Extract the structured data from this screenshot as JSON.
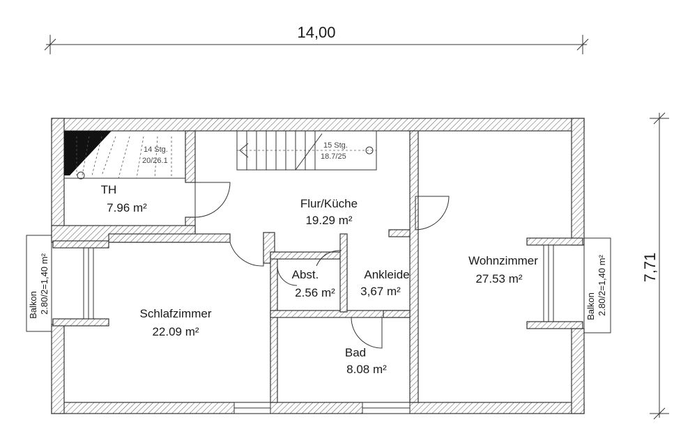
{
  "dimensions": {
    "width_label": "14,00",
    "depth_label": "7,71"
  },
  "rooms": {
    "th": {
      "name": "TH",
      "area": "7.96 m²"
    },
    "flur_kueche": {
      "name": "Flur/Küche",
      "area": "19.29 m²"
    },
    "abstellraum": {
      "name": "Abst.",
      "area": "2.56 m²"
    },
    "ankleide": {
      "name": "Ankleide",
      "area": "3,67 m²"
    },
    "wohnzimmer": {
      "name": "Wohnzimmer",
      "area": "27.53 m²"
    },
    "schlafzimmer": {
      "name": "Schlafzimmer",
      "area": "22.09 m²"
    },
    "bad": {
      "name": "Bad",
      "area": "8.08 m²"
    }
  },
  "stairs": {
    "stair_1": {
      "steps": "14 Stg.",
      "ratio": "20/26.1"
    },
    "stair_2": {
      "steps": "15 Stg.",
      "ratio": "18.7/25"
    }
  },
  "balconies": {
    "left": {
      "name": "Balkon",
      "area": "2.80/2=1,40 m²"
    },
    "right": {
      "name": "Balkon",
      "area": "2.80/2=1,40 m²"
    }
  }
}
